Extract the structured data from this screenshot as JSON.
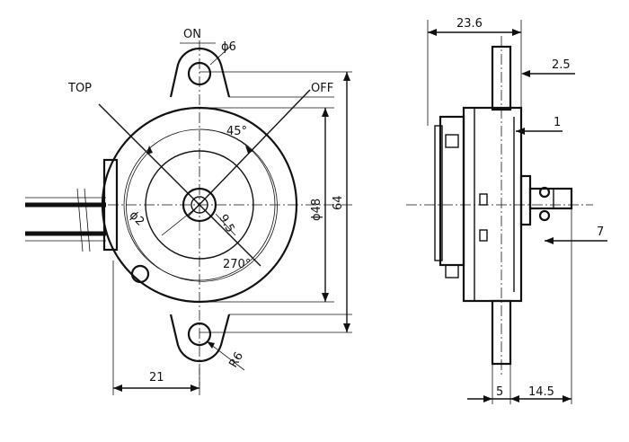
{
  "labels": {
    "on": "ON",
    "hole_dia": "ϕ6",
    "top": "TOP",
    "off": "OFF",
    "angle_small": "45°",
    "shaft_dia": "ϕ2",
    "shaft_flat": "9.5",
    "angle_large": "270°",
    "body_dia": "ϕ48",
    "height": "64",
    "radius": "R6",
    "offset": "21",
    "depth": "23.6",
    "plate": "2.5",
    "lip": "1",
    "shaft_pos": "7",
    "boss": "5",
    "shaft_len": "14.5"
  }
}
